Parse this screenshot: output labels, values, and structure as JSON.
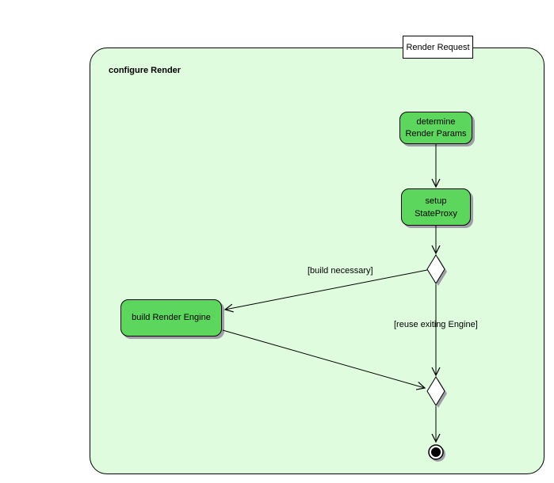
{
  "diagram": {
    "type": "uml-activity-diagram",
    "external_node": {
      "label": "Render Request"
    },
    "frame": {
      "title": "configure Render"
    },
    "activities": [
      {
        "id": "determine-render-params",
        "label": "determine\nRender Params"
      },
      {
        "id": "setup-stateproxy",
        "label": "setup\nStateProxy"
      },
      {
        "id": "build-render-engine",
        "label": "build Render Engine"
      }
    ],
    "guards": [
      {
        "label": "[build necessary]"
      },
      {
        "label": "[reuse exiting Engine]"
      }
    ],
    "nodes": {
      "decision_count": 2,
      "final_node": "activity-final"
    },
    "colors": {
      "activity_fill": "#5CD65C",
      "frame_fill": "#DFFCDF",
      "node_border": "#000000",
      "shadow": "#9E9EA6",
      "page_background": "#FFFFFF"
    }
  }
}
